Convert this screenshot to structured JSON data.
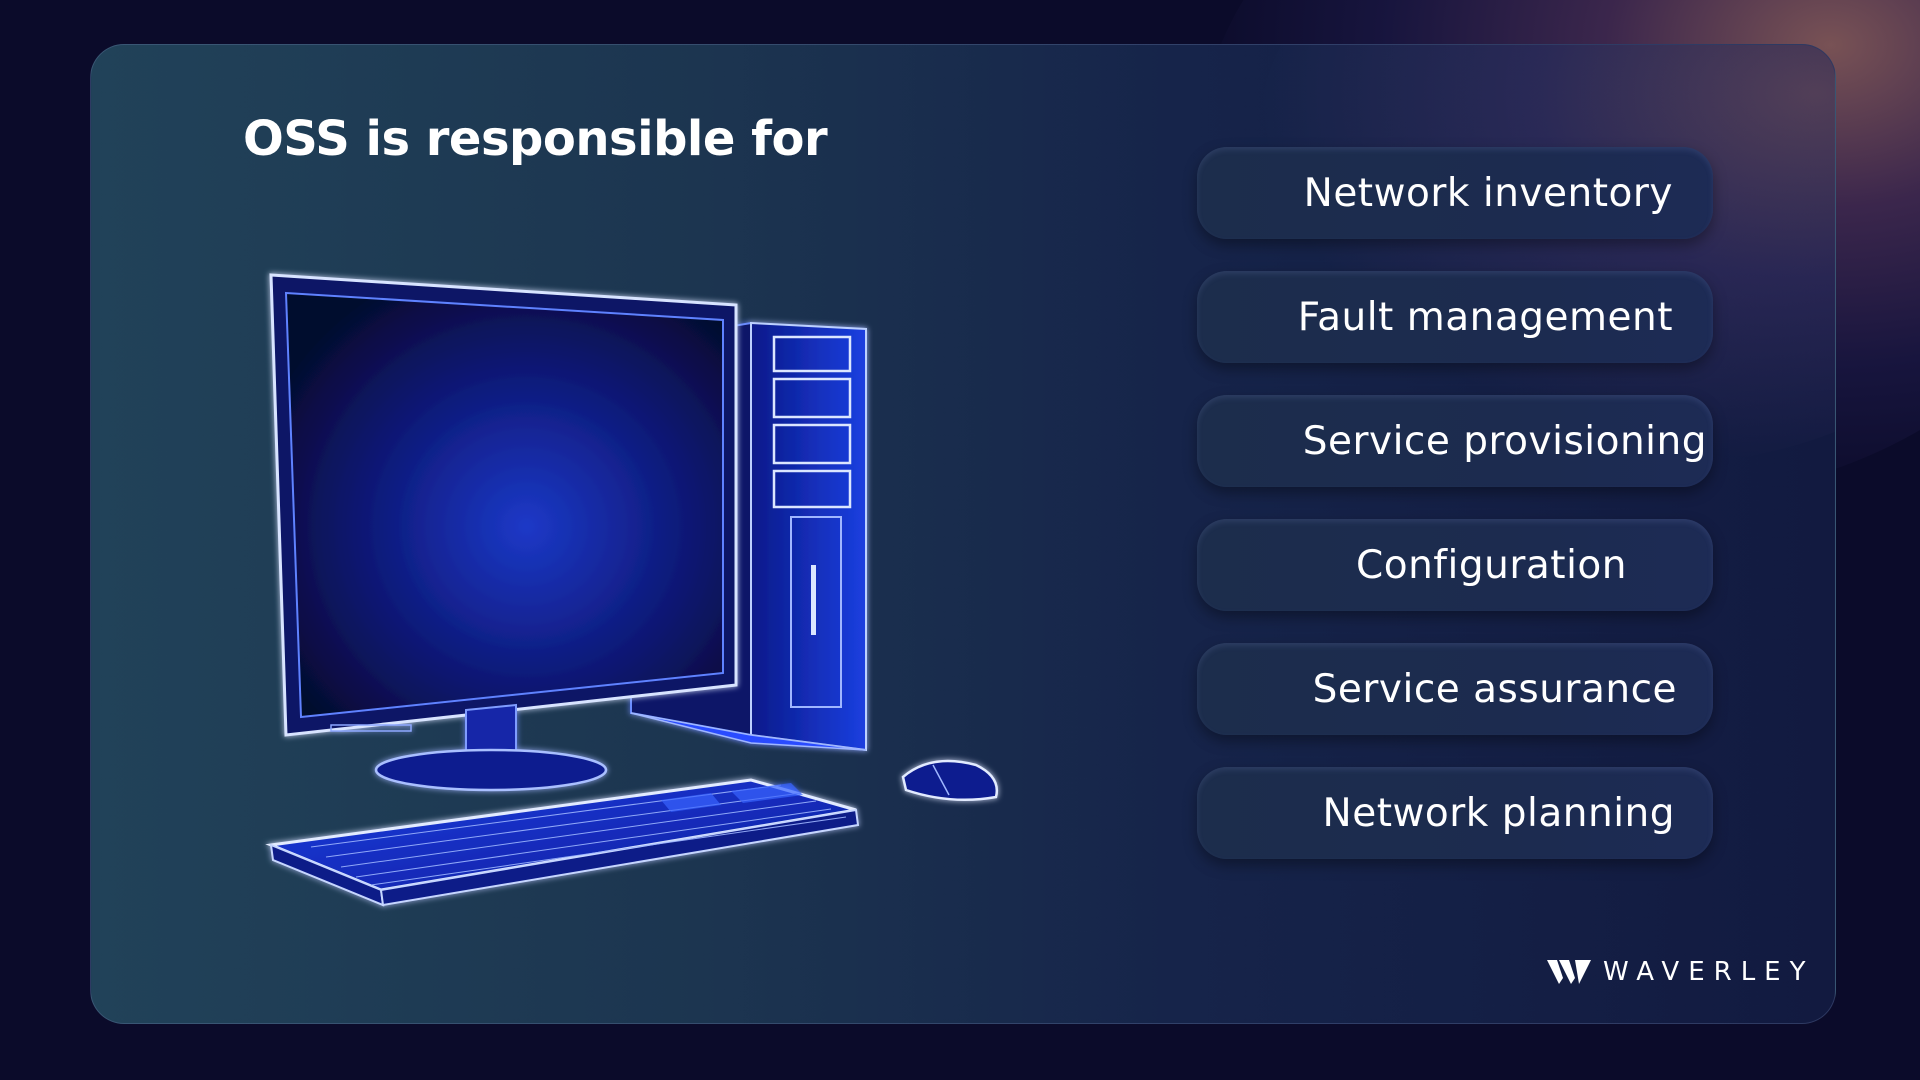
{
  "slide": {
    "title": "OSS is responsible for"
  },
  "responsibilities": [
    {
      "label": "Network inventory"
    },
    {
      "label": "Fault management"
    },
    {
      "label": "Service provisioning"
    },
    {
      "label": "Configuration"
    },
    {
      "label": "Service assurance"
    },
    {
      "label": "Network planning"
    }
  ],
  "brand": {
    "name": "WAVERLEY"
  },
  "colors": {
    "background": "#0b0b2a",
    "card": "#1c3550",
    "pill": "#1c2d4c",
    "wireframe_blue": "#2a5cff",
    "text": "#ffffff"
  },
  "illustration": {
    "icon": "desktop-computer-wireframe"
  }
}
